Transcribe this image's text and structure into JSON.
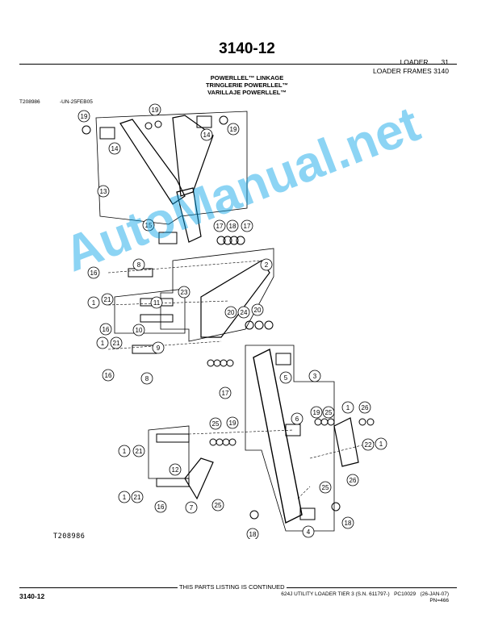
{
  "header": {
    "page_code": "3140-12",
    "section": "LOADER",
    "section_number": "31",
    "group": "LOADER FRAMES 3140"
  },
  "titles": [
    "POWERLLEL™ LINKAGE",
    "TRINGLERIE POWERLLEL™",
    "VARILLAJE POWERLLEL™"
  ],
  "figure": {
    "id_top": "T208986",
    "stamp": "-UN-25FEB05",
    "id_bottom": "T208986"
  },
  "watermark": "AutoManual.net",
  "callouts": [
    "19",
    "19",
    "14",
    "14",
    "19",
    "13",
    "15",
    "17",
    "18",
    "17",
    "2",
    "16",
    "8",
    "23",
    "1",
    "21",
    "11",
    "16",
    "10",
    "9",
    "1",
    "21",
    "20",
    "24",
    "20",
    "16",
    "8",
    "17",
    "3",
    "5",
    "6",
    "19",
    "25",
    "1",
    "26",
    "22",
    "1",
    "25",
    "19",
    "1",
    "21",
    "12",
    "1",
    "21",
    "16",
    "7",
    "25",
    "25",
    "26",
    "18",
    "18",
    "4"
  ],
  "footer": {
    "continued": "THIS PARTS LISTING IS CONTINUED",
    "page_code": "3140-12",
    "model": "624J UTILITY LOADER TIER 3 (S.N. 611797-)",
    "catalog": "PC10029",
    "date": "(26-JAN-07)",
    "pn": "PN=466"
  }
}
